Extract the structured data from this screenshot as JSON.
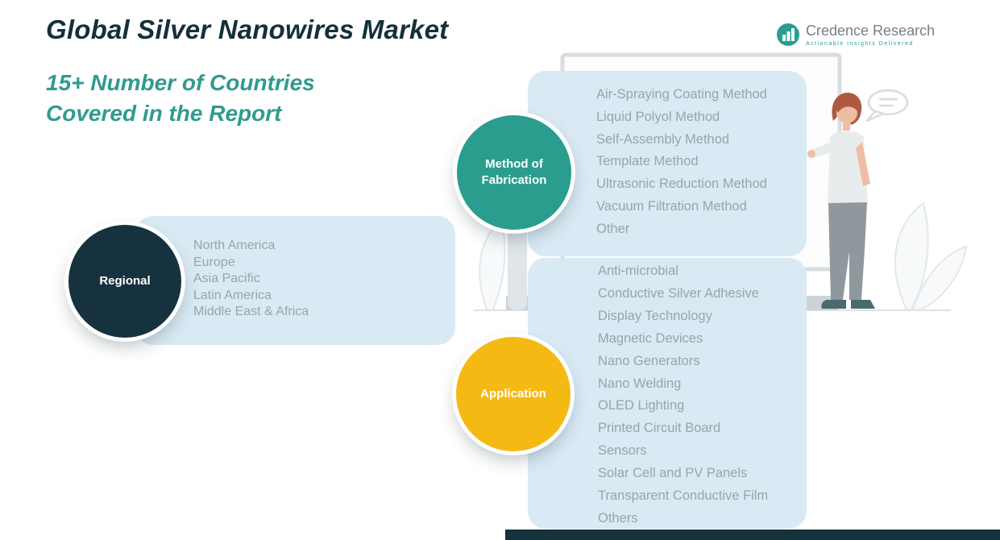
{
  "header": {
    "title": "Global Silver Nanowires Market",
    "subtitle_line1": "15+ Number of Countries",
    "subtitle_line2": "Covered in the Report"
  },
  "logo": {
    "brand": "Credence Research",
    "tagline": "Actionable Insights Delivered",
    "icon": "bar-chart-circle-icon"
  },
  "colors": {
    "title_text": "#14303a",
    "subtitle_text": "#2f9b8e",
    "panel_background": "#d7e9f4",
    "regional_circle": "#16323e",
    "method_circle": "#2a9d8f",
    "application_circle": "#f5b913",
    "list_text": "#9aa4ab",
    "bottom_bar": "#15313c"
  },
  "groups": [
    {
      "label": "Regional",
      "items": [
        "North America",
        "Europe",
        "Asia Pacific",
        "Latin America",
        "Middle East & Africa"
      ]
    },
    {
      "label": "Method of Fabrication",
      "items": [
        "Air-Spraying Coating Method",
        "Liquid Polyol Method",
        "Self-Assembly Method",
        "Template Method",
        "Ultrasonic Reduction Method",
        "Vacuum Filtration Method",
        "Other"
      ]
    },
    {
      "label": "Application",
      "items": [
        "Anti-microbial",
        "Conductive Silver Adhesive",
        "Display Technology",
        "Magnetic Devices",
        "Nano Generators",
        "Nano Welding",
        "OLED Lighting",
        "Printed Circuit Board",
        "Sensors",
        "Solar Cell and PV Panels",
        "Transparent Conductive Film",
        "Others"
      ]
    }
  ]
}
